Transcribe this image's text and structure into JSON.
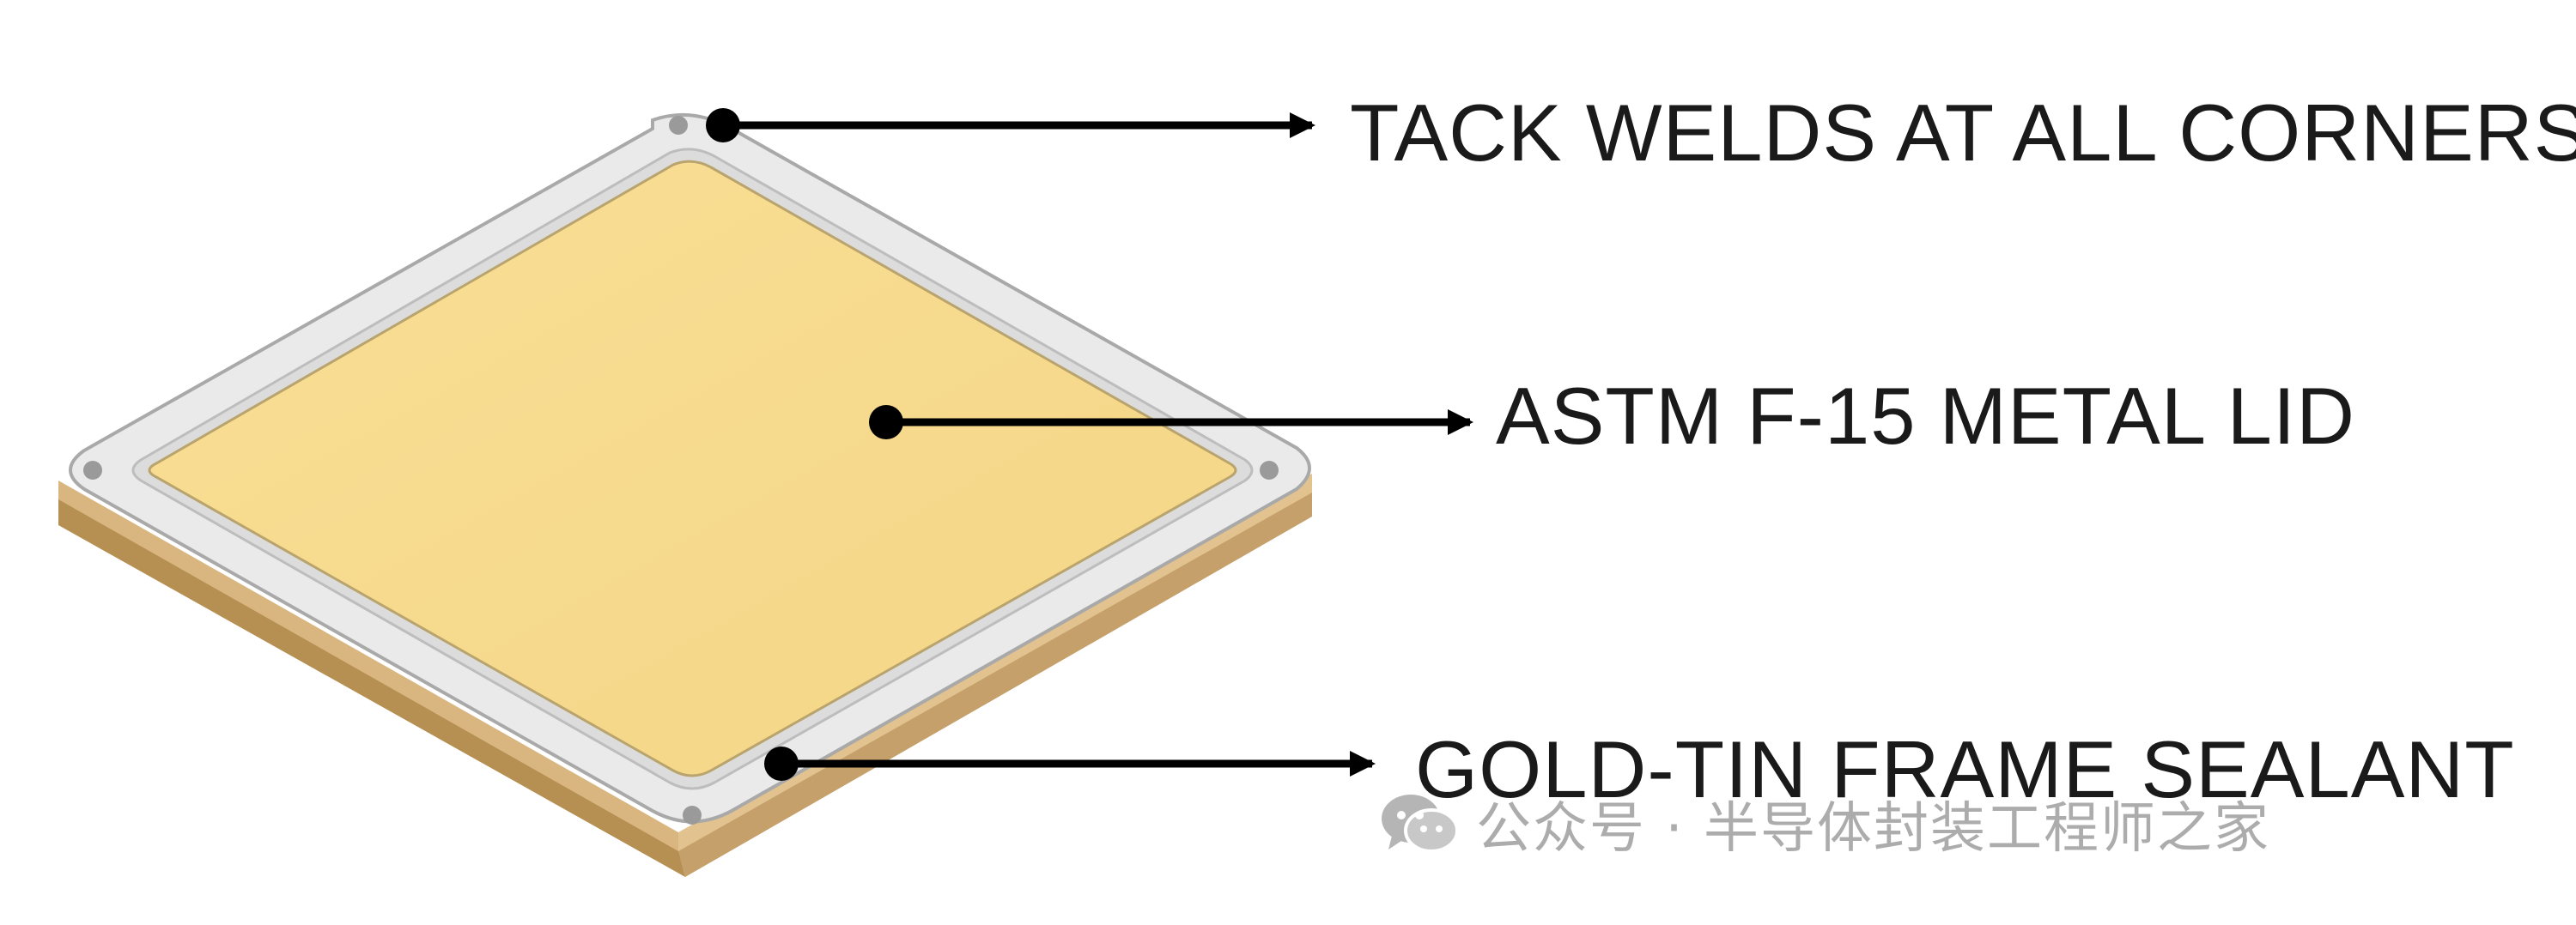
{
  "callouts": {
    "tack_welds": "TACK WELDS AT ALL CORNERS",
    "metal_lid": "ASTM F-15 METAL LID",
    "frame_sealant": "GOLD-TIN FRAME SEALANT"
  },
  "watermark": {
    "icon": "wechat-icon",
    "text": "公众号 · 半导体封装工程师之家"
  },
  "colors": {
    "lid": "#F7DB8D",
    "frame": "#E9E9E9",
    "sealant_edge": "#C9A46A",
    "arrow": "#000000",
    "label": "#1a1a1a",
    "watermark": "#9a9a9a"
  }
}
